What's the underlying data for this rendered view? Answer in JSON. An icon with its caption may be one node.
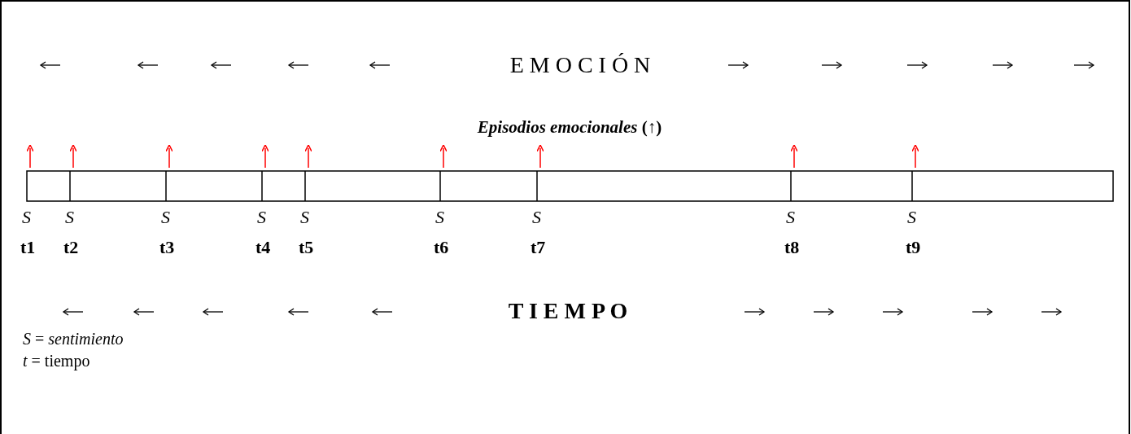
{
  "diagram": {
    "labels": [
      "E M O C I Ó N",
      "*Episodios emocionales* (↑)",
      "S",
      "S",
      "S",
      "S",
      "S",
      "S",
      "S",
      "S",
      "S",
      "t1",
      "t2",
      "t3",
      "t4",
      "t5",
      "t6",
      "t7",
      "t8",
      "t9",
      "T I E M P O",
      "*S* = *sentimiento*",
      "*t* = tiempo"
    ]
  }
}
